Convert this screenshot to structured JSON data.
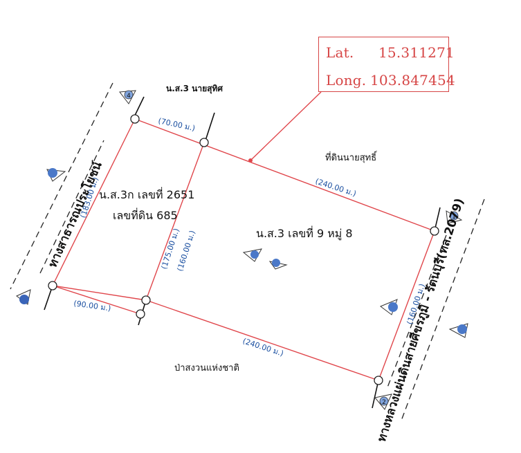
{
  "coordinates": {
    "lat_label": "Lat.",
    "lat_value": "15.311271",
    "long_label": "Long.",
    "long_value": "103.847454",
    "color": "#d64545"
  },
  "labels": {
    "north_adjacent": "น.ส.3 นายสุทิศ",
    "northeast_adjacent": "ที่ดินนายสุทธิ์",
    "south_adjacent": "ป่าสงวนแห่งชาติ",
    "west_plot_title": "น.ส.3ก เลขที่ 2651",
    "west_plot_land_no": "เลขที่ดิน 685",
    "main_plot_title": "น.ส.3 เลขที่ 9 หมู่ 8",
    "west_road": "ทางสาธารณประโยชน์",
    "east_road": "ทางหลวงแผ่นดินสายศีขรภูมิ - รัตนบุรี(ทล.2079)"
  },
  "dimensions": {
    "top_left": "(70.00 ม.)",
    "top_right": "(240.00 ม.)",
    "left_side": "(183.00 ม.)",
    "mid_divider_a": "(175.00 ม.)",
    "mid_divider_b": "(160.00 ม.)",
    "right_side": "(160.00 ม.)",
    "bottom_left": "(90.00 ม.)",
    "bottom_right": "(240.00 ม.)"
  },
  "markers": [
    "1",
    "2",
    "4"
  ],
  "colors": {
    "boundary": "#e0464b",
    "dimension_text": "#1a4fa0",
    "marker_fill": "#4a78c8"
  }
}
